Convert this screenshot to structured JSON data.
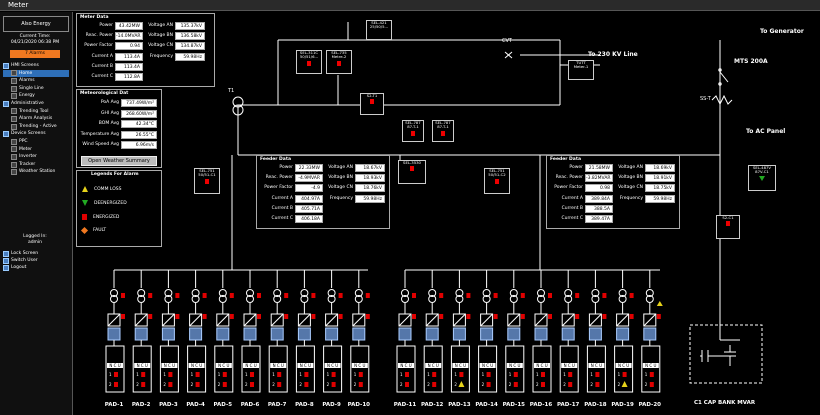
{
  "window": {
    "title": "Meter"
  },
  "sidebar": {
    "company": "Also Energy",
    "current_time_label": "Current Time:",
    "current_time": "04/21/2020 06:38 PM",
    "alarm_button": "7 Alarms",
    "tree": [
      {
        "label": "HMI Screens",
        "level": 0
      },
      {
        "label": "Home",
        "level": 1
      },
      {
        "label": "Alarms",
        "level": 1
      },
      {
        "label": "Single Line",
        "level": 1
      },
      {
        "label": "Energy",
        "level": 1
      },
      {
        "label": "Administrative",
        "level": 0
      },
      {
        "label": "Trending Tool",
        "level": 1
      },
      {
        "label": "Alarm Analysis",
        "level": 1
      },
      {
        "label": "Trending - Active",
        "level": 1
      },
      {
        "label": "Device Screens",
        "level": 0
      },
      {
        "label": "PPC",
        "level": 1
      },
      {
        "label": "Meter",
        "level": 1
      },
      {
        "label": "Inverter",
        "level": 1
      },
      {
        "label": "Tracker",
        "level": 1
      },
      {
        "label": "Weather Station",
        "level": 1
      }
    ],
    "logged_in_label": "Logged In:",
    "user": "admin",
    "actions": [
      "Lock Screen",
      "Switch User",
      "Logout"
    ]
  },
  "meter_data": {
    "title": "Meter Data",
    "left": [
      {
        "label": "Power",
        "value": "43.42MW"
      },
      {
        "label": "Reac. Power",
        "value": "-14.0MVAR"
      },
      {
        "label": "Power Factor",
        "value": "0.94"
      },
      {
        "label": "Current A",
        "value": "113.4A"
      },
      {
        "label": "Current B",
        "value": "113.4A"
      },
      {
        "label": "Current C",
        "value": "112.8A"
      }
    ],
    "right": [
      {
        "label": "Voltage AN",
        "value": "135.37kV"
      },
      {
        "label": "Voltage BN",
        "value": "136.58kV"
      },
      {
        "label": "Voltage CN",
        "value": "134.87kV"
      },
      {
        "label": "Frequency",
        "value": "59.98Hz"
      }
    ]
  },
  "met_data": {
    "title": "Meteorological Dat",
    "rows": [
      {
        "label": "PoA Avg",
        "value": "737.49W/m²"
      },
      {
        "label": "GHI Avg",
        "value": "268.60W/m²"
      },
      {
        "label": "BOM Avg",
        "value": "42.34°C"
      },
      {
        "label": "Temperature Avg",
        "value": "26.55°C"
      },
      {
        "label": "Wind Speed Avg",
        "value": "6.96m/s"
      }
    ],
    "button": "Open Weather Summary"
  },
  "legend": {
    "title": "Legends For Alarm",
    "items": [
      {
        "label": "COMM LOSS",
        "color": "#e6d21a"
      },
      {
        "label": "DEENERGIZED",
        "color": "#22aa22"
      },
      {
        "label": "ENERGIZED",
        "color": "#e00000"
      },
      {
        "label": "FAULT",
        "color": "#f07820"
      }
    ]
  },
  "feeder_left": {
    "title": "Feeder Data",
    "left": [
      {
        "label": "Power",
        "value": "22.33MW"
      },
      {
        "label": "Reac. Power",
        "value": "-4.9MVAR"
      },
      {
        "label": "Power Factor",
        "value": "-4.9"
      },
      {
        "label": "Current A",
        "value": "404.97A"
      },
      {
        "label": "Current B",
        "value": "405.71A"
      },
      {
        "label": "Current C",
        "value": "406.18A"
      }
    ],
    "right": [
      {
        "label": "Voltage AN",
        "value": "18.67kV"
      },
      {
        "label": "Voltage BN",
        "value": "18.93kV"
      },
      {
        "label": "Voltage CN",
        "value": "18.76kV"
      },
      {
        "label": "Frequency",
        "value": "59.98Hz"
      }
    ]
  },
  "feeder_right": {
    "title": "Feeder Data",
    "left": [
      {
        "label": "Power",
        "value": "21.58MW"
      },
      {
        "label": "Reac. Power",
        "value": "-3.82MVAR"
      },
      {
        "label": "Power Factor",
        "value": "0.98"
      },
      {
        "label": "Current A",
        "value": "389.84A"
      },
      {
        "label": "Current B",
        "value": "388.5A"
      },
      {
        "label": "Current C",
        "value": "389.47A"
      }
    ],
    "right": [
      {
        "label": "Voltage AN",
        "value": "18.69kV"
      },
      {
        "label": "Voltage BN",
        "value": "18.91kV"
      },
      {
        "label": "Voltage CN",
        "value": "18.75kV"
      },
      {
        "label": "Frequency",
        "value": "59.98Hz"
      }
    ]
  },
  "devices": {
    "sel421": "SEL-421\n25/50/5...",
    "sel311c": "SEL-311C\n50/51/6...",
    "sel735": "SEL-735\nMetre-2",
    "s2t1": "S2-T1",
    "sel787a": "SEL-787\n87-T-1",
    "sel787b": "SEL-787\n87-T-1",
    "sel3530": "SEL-3530",
    "sel751a": "SEL-751\n50/51-C1",
    "sel751b": "SEL-751\n50/51-C2",
    "tutt": "TUTT\nMeter-1",
    "sel487v": "SEL-487V\n87V-C1",
    "s2c1": "S2-C1"
  },
  "labels": {
    "to_230kv": "To 230 KV Line",
    "to_generator": "To Generator",
    "mts": "MTS 200A",
    "to_ac_panel": "To AC Panel",
    "cvt": "CVT",
    "t1": "T1",
    "sst": "SS-T",
    "cap_bank": "C1 CAP BANK MVAR"
  },
  "pads": [
    "PAD-1",
    "PAD-2",
    "PAD-3",
    "PAD-4",
    "PAD-5",
    "PAD-6",
    "PAD-7",
    "PAD-8",
    "PAD-9",
    "PAD-10",
    "PAD-11",
    "PAD-12",
    "PAD-13",
    "PAD-14",
    "PAD-15",
    "PAD-16",
    "PAD-17",
    "PAD-18",
    "PAD-19",
    "PAD-20"
  ],
  "pad_status": {
    "top_alarm_pads": [
      "PAD-20"
    ],
    "inverter_yellow": [
      "PAD-13",
      "PAD-19"
    ],
    "inv_label_top": "N C U",
    "inv_label_1": "1",
    "inv_label_2": "2"
  },
  "colors": {
    "energized": "#e00000",
    "comm_loss": "#e6d21a",
    "deenergized": "#22aa22",
    "fault": "#f07820",
    "accent": "#2e6fb8"
  }
}
